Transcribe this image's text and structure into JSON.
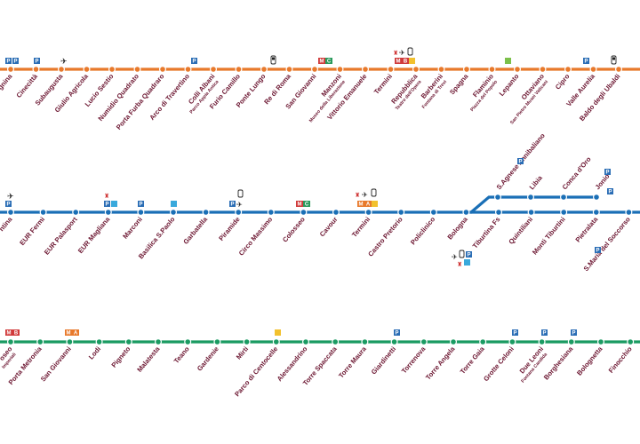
{
  "colors": {
    "line_a": "#e8792b",
    "line_b": "#1a6fb6",
    "line_c": "#1a9b62",
    "label": "#6b1530",
    "parking": "#2a6db5",
    "bus": "#39a9dc",
    "metro_a": "#e8792b",
    "metro_b": "#d03a3a",
    "metro_c": "#2a9a5c",
    "tram": "#f2c12e"
  },
  "lines": [
    {
      "key": "line_a",
      "stations": [
        {
          "name": "gnina"
        },
        {
          "name": "Cinecittà"
        },
        {
          "name": "Subaugusta"
        },
        {
          "name": "Giulio Agricola"
        },
        {
          "name": "Lucio Sestio"
        },
        {
          "name": "Numidio Quadrato"
        },
        {
          "name": "Porta Furba Quadraro"
        },
        {
          "name": "Arco di Travertino"
        },
        {
          "name": "Colli Albani",
          "sub": "Parco Appia Antica"
        },
        {
          "name": "Furio Camillo"
        },
        {
          "name": "Ponte Lungo"
        },
        {
          "name": "Re di Roma"
        },
        {
          "name": "San Giovanni"
        },
        {
          "name": "Manzoni",
          "sub": "Museo della Liberazione"
        },
        {
          "name": "Vittorio Emanuele"
        },
        {
          "name": "Termini"
        },
        {
          "name": "Repubblica",
          "sub": "Teatro dell'Opera"
        },
        {
          "name": "Barberini",
          "sub": "Fontana di Trevi"
        },
        {
          "name": "Spagna"
        },
        {
          "name": "Flaminio",
          "sub": "Piazza del Popolo"
        },
        {
          "name": "Lepanto"
        },
        {
          "name": "Ottaviano",
          "sub": "San Pietro Musei Vaticani"
        },
        {
          "name": "Cipro"
        },
        {
          "name": "Valle Aurelia"
        },
        {
          "name": "Baldo degli Ubaldi"
        }
      ]
    },
    {
      "key": "line_b",
      "stations": [
        {
          "name": "ntina"
        },
        {
          "name": "EUR Fermi"
        },
        {
          "name": "EUR Palasport"
        },
        {
          "name": "EUR Magliana"
        },
        {
          "name": "Marconi"
        },
        {
          "name": "Basilica S.Paolo"
        },
        {
          "name": "Garbatella"
        },
        {
          "name": "Piramide"
        },
        {
          "name": "Circo Massimo"
        },
        {
          "name": "Colosseo"
        },
        {
          "name": "Cavour"
        },
        {
          "name": "Termini"
        },
        {
          "name": "Castro Pretorio"
        },
        {
          "name": "Policlinico"
        },
        {
          "name": "Bologna"
        },
        {
          "name": "Tiburtina Fs"
        },
        {
          "name": "Quintiliani"
        },
        {
          "name": "Monti Tiburtini"
        },
        {
          "name": "Pietralata"
        },
        {
          "name": "S.Maria del Soccorso"
        }
      ],
      "branch": [
        {
          "name": "S.Agnese Annibaliano"
        },
        {
          "name": "Libia"
        },
        {
          "name": "Conca d'Oro"
        },
        {
          "name": "Jonio"
        }
      ]
    },
    {
      "key": "line_c",
      "stations": [
        {
          "name": "oseo",
          "sub": "Imperiali"
        },
        {
          "name": "Porta Metronia"
        },
        {
          "name": "San Giovanni"
        },
        {
          "name": "Lodi"
        },
        {
          "name": "Pigneto"
        },
        {
          "name": "Malatesta"
        },
        {
          "name": "Teano"
        },
        {
          "name": "Gardenie"
        },
        {
          "name": "Mirti"
        },
        {
          "name": "Parco di Centocelle"
        },
        {
          "name": "Alessandrino"
        },
        {
          "name": "Torre Spaccata"
        },
        {
          "name": "Torre Maura"
        },
        {
          "name": "Giardinetti"
        },
        {
          "name": "Torrenova"
        },
        {
          "name": "Torre Angela"
        },
        {
          "name": "Torre Gaia"
        },
        {
          "name": "Grotte Celoni"
        },
        {
          "name": "Due Leoni",
          "sub": "Fontana Candida"
        },
        {
          "name": "Borghesiana"
        },
        {
          "name": "Bolognetta"
        },
        {
          "name": "Finocchio"
        }
      ]
    }
  ],
  "badges": {
    "parking": "P",
    "bus": "bus",
    "metro_a": "A",
    "metro_b": "B",
    "metro_c": "C",
    "tram": "tram",
    "airplane": "✈",
    "train": "train"
  }
}
